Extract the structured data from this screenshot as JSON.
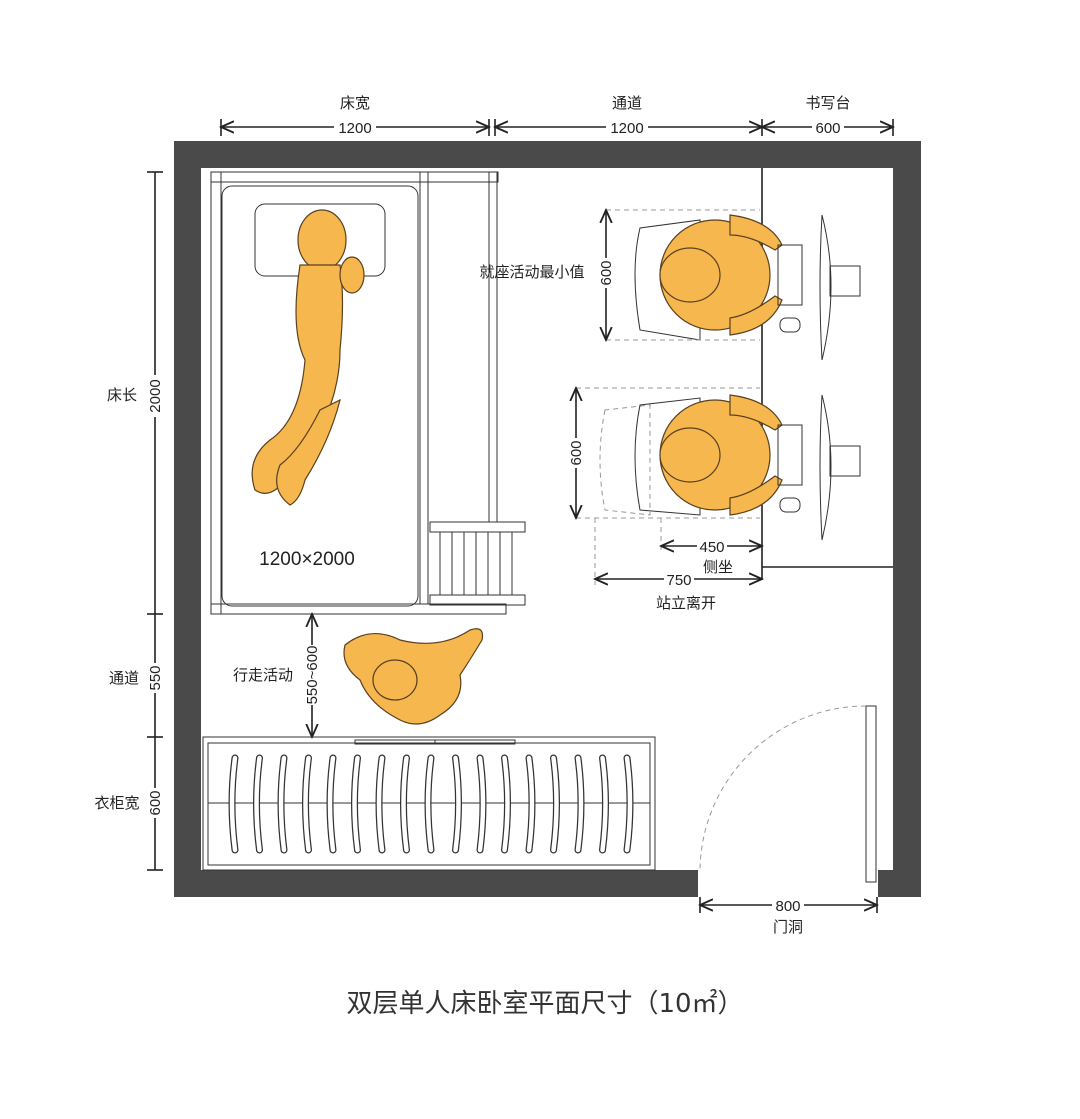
{
  "title": "双层单人床卧室平面尺寸（10㎡）",
  "top_dimensions": [
    {
      "label": "床宽",
      "value": "1200"
    },
    {
      "label": "通道",
      "value": "1200"
    },
    {
      "label": "书写台",
      "value": "600"
    }
  ],
  "left_dimensions": [
    {
      "label": "床长",
      "value": "2000"
    },
    {
      "label": "通道",
      "value": "550"
    },
    {
      "label": "衣柜宽",
      "value": "600"
    }
  ],
  "door": {
    "value": "800",
    "label": "门洞"
  },
  "bed": {
    "size_label": "1200×2000"
  },
  "walkway": {
    "label": "行走活动",
    "value": "550~600"
  },
  "desk": {
    "seat_min_label": "就座活动最小值",
    "seat_depth_1": "600",
    "seat_depth_2": "600",
    "side_sit_value": "450",
    "side_sit_label": "侧坐",
    "stand_value": "750",
    "stand_label": "站立离开"
  },
  "colors": {
    "wall": "#4a4a4a",
    "person": "#F5B74E"
  }
}
